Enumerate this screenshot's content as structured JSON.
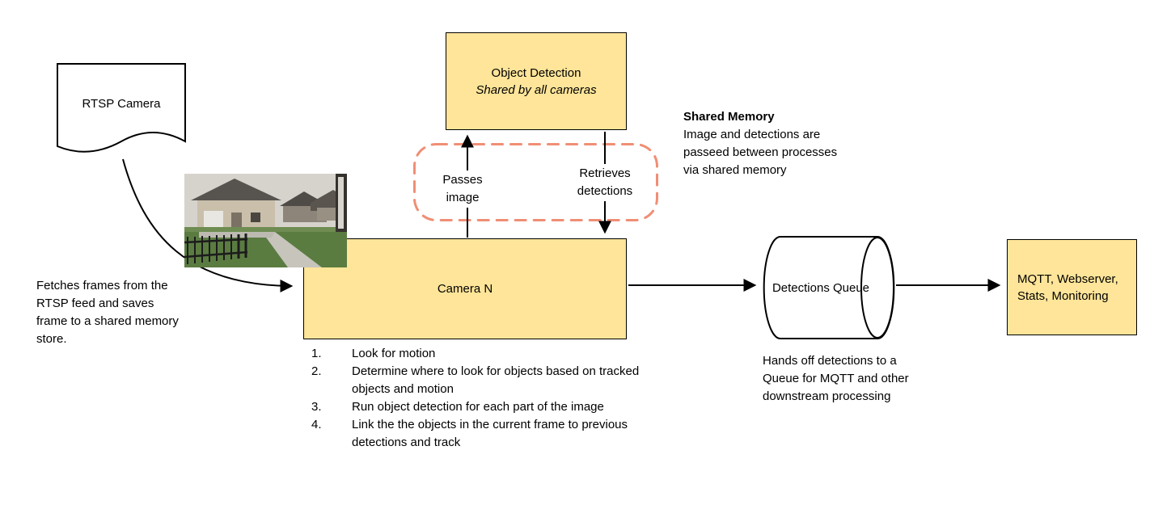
{
  "colors": {
    "node_fill": "#FFE599",
    "node_border": "#000000",
    "dashed_region": "#F08E75",
    "bg": "#FFFFFF"
  },
  "nodes": {
    "rtsp_camera": {
      "label": "RTSP Camera"
    },
    "object_detection": {
      "title": "Object Detection",
      "subtitle": "Shared by all cameras"
    },
    "camera_n": {
      "label": "Camera N"
    },
    "detections_queue": {
      "label": "Detections Queue"
    },
    "mqtt": {
      "label": "MQTT, Webserver, Stats, Monitoring"
    }
  },
  "edges": {
    "passes_image": "Passes image",
    "retrieves_detections": "Retrieves detections"
  },
  "notes": {
    "fetch": "Fetches frames from the RTSP feed and saves frame to a shared memory store.",
    "shared_memory_title": "Shared Memory",
    "shared_memory_body": "Image and detections are passeed between processes via shared memory",
    "queue_note": "Hands off detections to a Queue for MQTT and other downstream processing"
  },
  "camera_steps": [
    "Look for motion",
    "Determine where to look for objects based on tracked objects and motion",
    "Run object detection for each part of the image",
    "Link the the objects in the current frame to previous detections and track"
  ]
}
